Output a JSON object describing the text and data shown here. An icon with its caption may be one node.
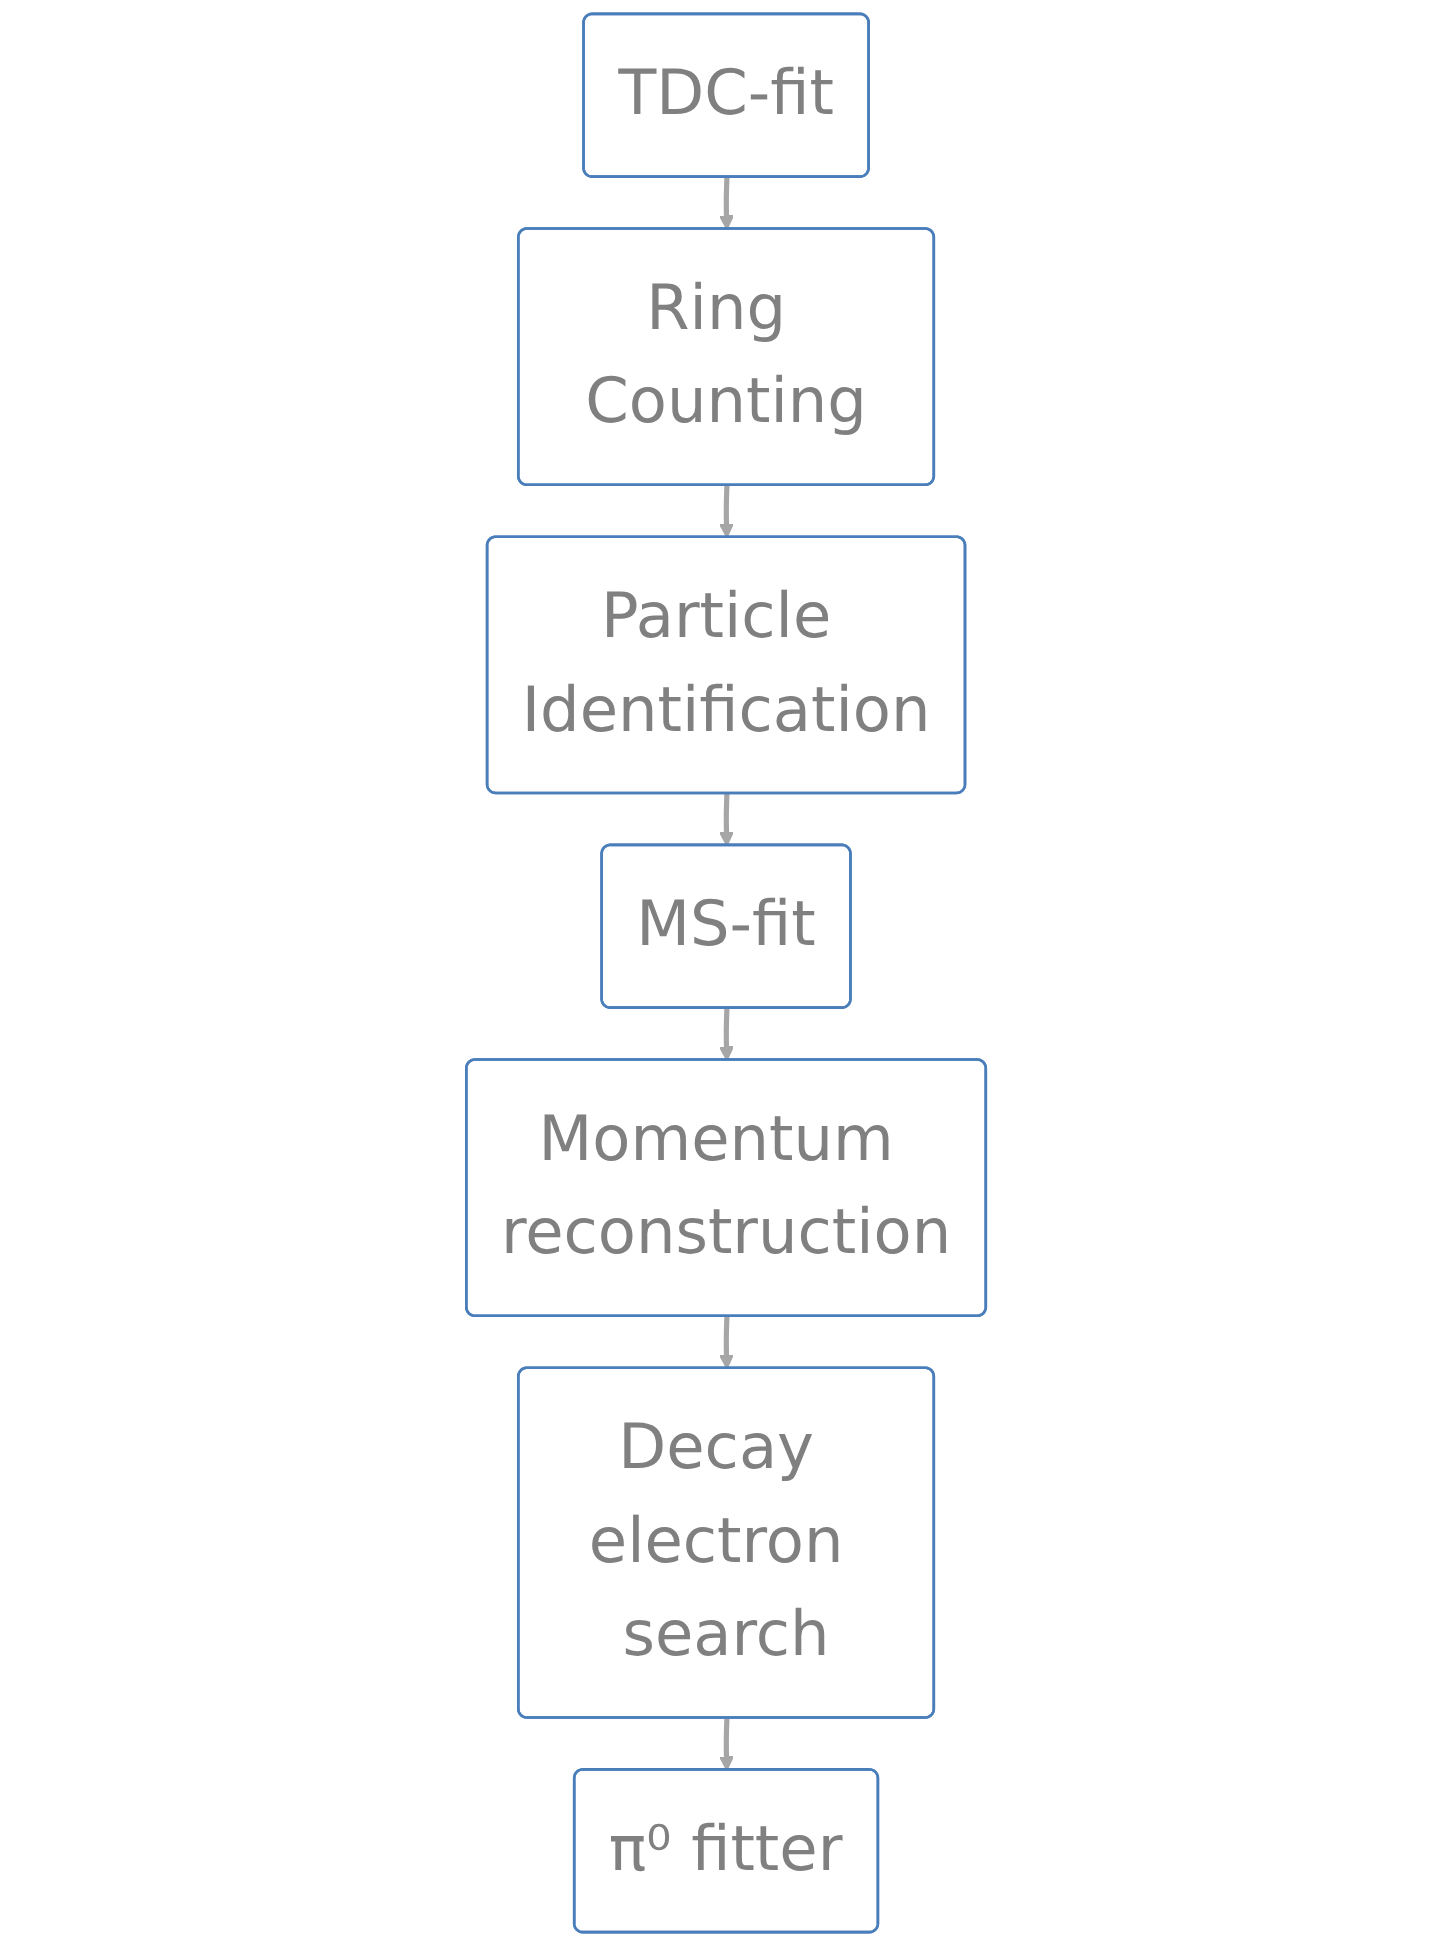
{
  "diagram": {
    "nodes": [
      {
        "text": [
          "TDC-fit"
        ]
      },
      {
        "text": [
          "Ring Counting"
        ]
      },
      {
        "text": [
          "Particle Identification"
        ]
      },
      {
        "text": [
          "MS-fit"
        ]
      },
      {
        "text": [
          "Momentum reconstruction"
        ]
      },
      {
        "text": [
          "Decay electron search"
        ]
      },
      {
        "text": [
          "π⁰ fitter"
        ]
      }
    ],
    "edges": [
      {
        "from": 0,
        "to": 1,
        "arrow": "to"
      },
      {
        "from": 1,
        "to": 2,
        "arrow": "to"
      },
      {
        "from": 2,
        "to": 3,
        "arrow": "to"
      },
      {
        "from": 3,
        "to": 4,
        "arrow": "to"
      },
      {
        "from": 4,
        "to": 5,
        "arrow": "to"
      },
      {
        "from": 5,
        "to": 6,
        "arrow": "to"
      }
    ]
  }
}
